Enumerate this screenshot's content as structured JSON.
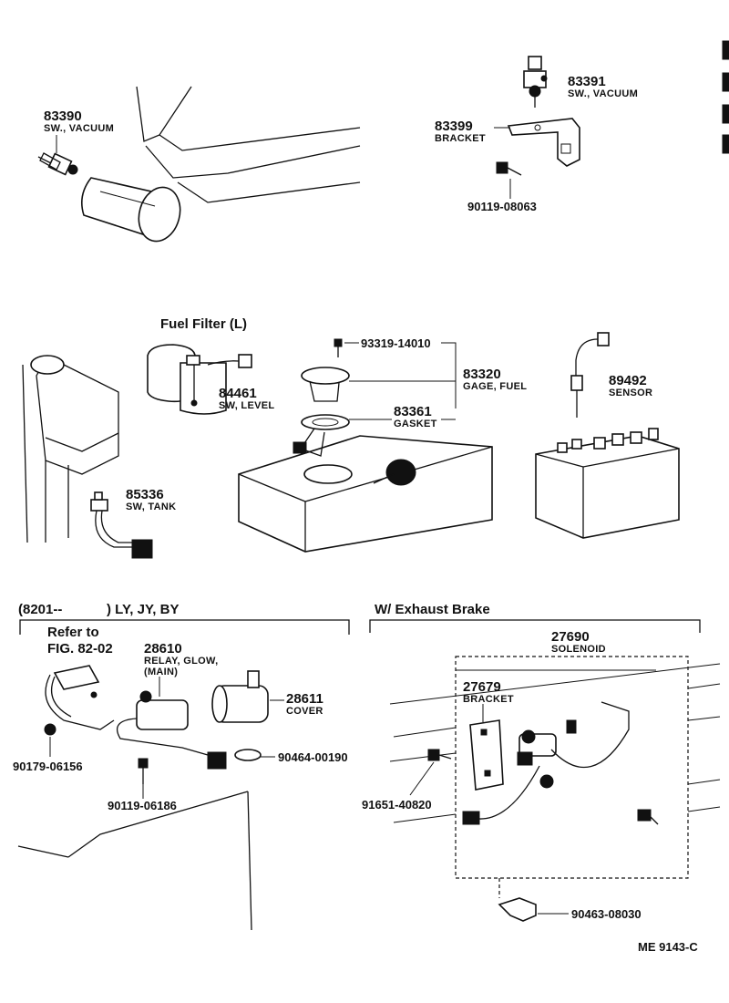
{
  "parts": {
    "p83390": {
      "number": "83390",
      "name": "SW., VACUUM"
    },
    "p83391": {
      "number": "83391",
      "name": "SW., VACUUM"
    },
    "p83399": {
      "number": "83399",
      "name": "BRACKET"
    },
    "p90119a": {
      "number": "90119-08063"
    },
    "p93319": {
      "number": "93319-14010"
    },
    "p83320": {
      "number": "83320",
      "name": "GAGE, FUEL"
    },
    "p83361": {
      "number": "83361",
      "name": "GASKET"
    },
    "p89492": {
      "number": "89492",
      "name": "SENSOR"
    },
    "p84461": {
      "number": "84461",
      "name": "SW, LEVEL"
    },
    "p85336": {
      "number": "85336",
      "name": "SW, TANK"
    },
    "p28610": {
      "number": "28610",
      "name1": "RELAY, GLOW,",
      "name2": "(MAIN)"
    },
    "p28611": {
      "number": "28611",
      "name": "COVER"
    },
    "p90464": {
      "number": "90464-00190"
    },
    "p90179": {
      "number": "90179-06156"
    },
    "p90119b": {
      "number": "90119-06186"
    },
    "p27690": {
      "number": "27690",
      "name": "SOLENOID"
    },
    "p27679": {
      "number": "27679",
      "name": "BRACKET"
    },
    "p91651": {
      "number": "91651-40820"
    },
    "p90463": {
      "number": "90463-08030"
    }
  },
  "sections": {
    "fuel_filter": "Fuel Filter (L)",
    "model_range_open": "(8201--",
    "model_range_close": ") LY, JY, BY",
    "refer_line1": "Refer to",
    "refer_line2": "FIG. 82-02",
    "exhaust_brake": "W/ Exhaust Brake"
  },
  "figure_id": "ME  9143-C"
}
